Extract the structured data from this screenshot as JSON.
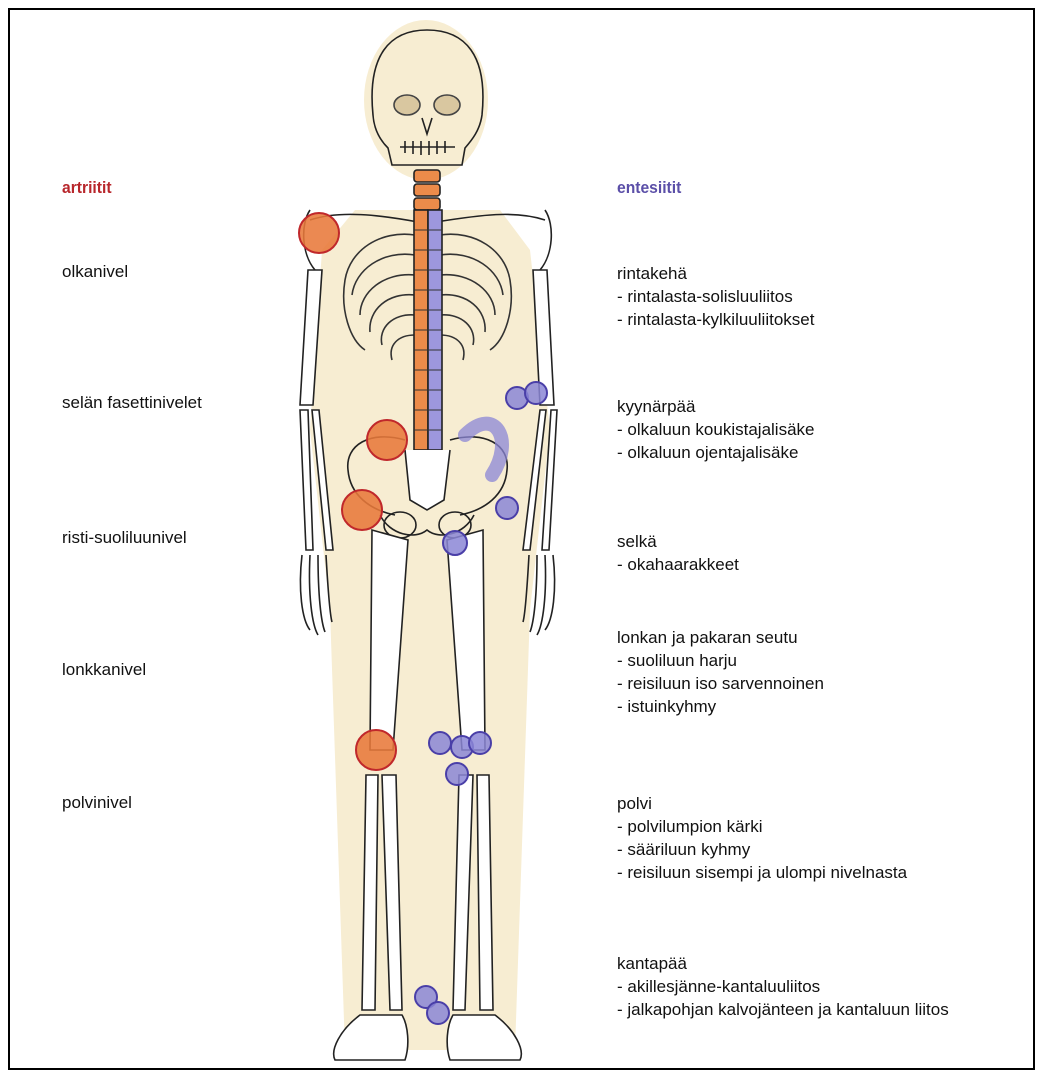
{
  "left": {
    "heading": "artriitit",
    "items": [
      "olkanivel",
      "selän fasettinivelet",
      "risti-suoliluunivel",
      "lonkkanivel",
      "polvinivel"
    ]
  },
  "right": {
    "heading": "entesiitit",
    "groups": [
      {
        "title": "rintakehä",
        "items": [
          "- rintalasta-solisluuliitos",
          "- rintalasta-kylkiluuliitokset"
        ]
      },
      {
        "title": "kyynärpää",
        "items": [
          "- olkaluun koukistajalisäke",
          "- olkaluun ojentajalisäke"
        ]
      },
      {
        "title": "selkä",
        "items": [
          "- okahaarakkeet"
        ]
      },
      {
        "title": "lonkan ja pakaran seutu",
        "items": [
          "- suoliluun harju",
          "- reisiluun iso sarvennoinen",
          "- istuinkyhmy"
        ]
      },
      {
        "title": "polvi",
        "items": [
          "- polvilumpion kärki",
          "- sääriluun kyhmy",
          "- reisiluun sisempi ja ulompi nivelnasta"
        ]
      },
      {
        "title": "kantapää",
        "items": [
          "- akillesjänne-kantaluuliitos",
          "- jalkapohjan kalvojänteen ja kantaluun liitos"
        ]
      }
    ]
  },
  "colors": {
    "arthritis": "#e8793a",
    "arthritis_outline": "#c0282b",
    "enthesitis": "#8b86d6",
    "enthesitis_outline": "#4a3fa8",
    "bone_outline": "#222222",
    "silhouette": "#f4e8c8"
  }
}
